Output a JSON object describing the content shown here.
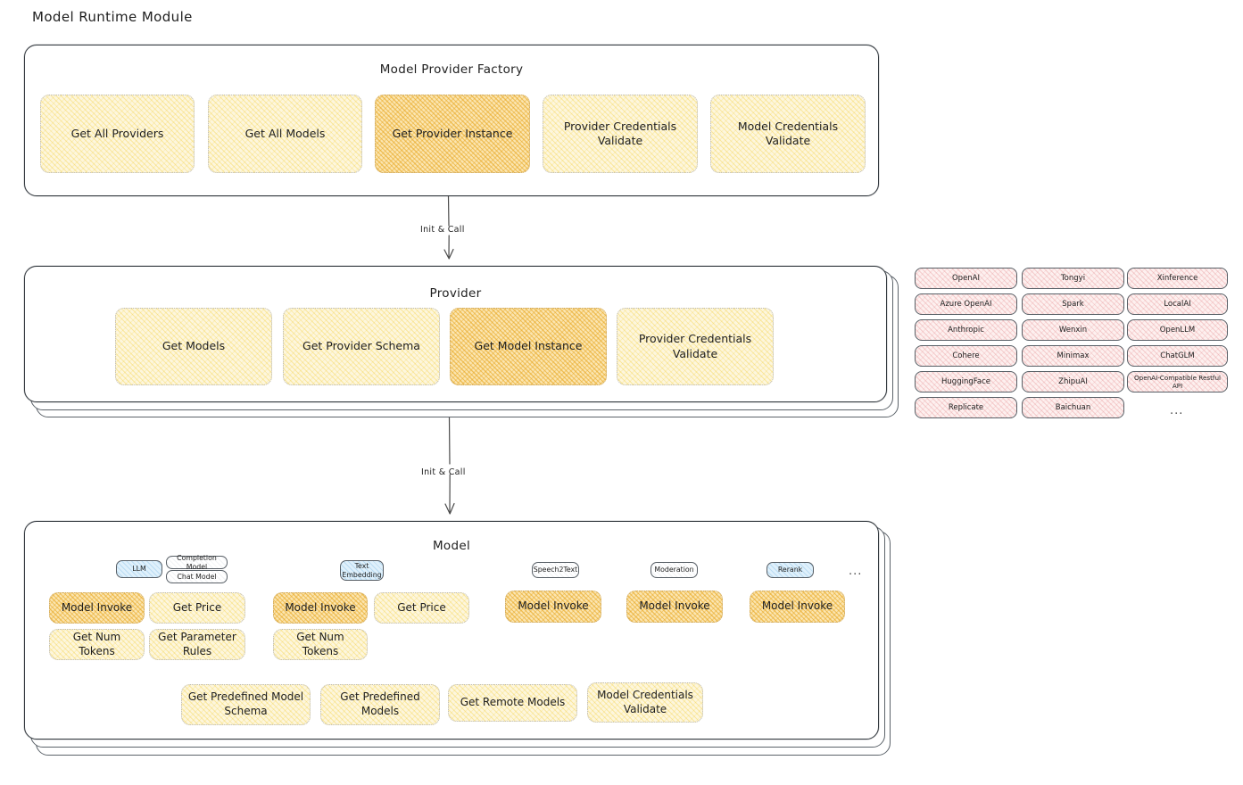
{
  "page": {
    "title": "Model Runtime Module"
  },
  "factory": {
    "title": "Model Provider Factory",
    "items": [
      {
        "label": "Get All Providers",
        "highlight": false
      },
      {
        "label": "Get All Models",
        "highlight": false
      },
      {
        "label": "Get Provider Instance",
        "highlight": true
      },
      {
        "label": "Provider Credentials Validate",
        "highlight": false
      },
      {
        "label": "Model Credentials Validate",
        "highlight": false
      }
    ]
  },
  "arrows": {
    "factory_to_provider": "Init & Call",
    "provider_to_model": "Init & Call"
  },
  "provider": {
    "title": "Provider",
    "items": [
      {
        "label": "Get Models",
        "highlight": false
      },
      {
        "label": "Get Provider Schema",
        "highlight": false
      },
      {
        "label": "Get Model Instance",
        "highlight": true
      },
      {
        "label": "Provider Credentials Validate",
        "highlight": false
      }
    ]
  },
  "provider_list": {
    "columns": [
      [
        "OpenAI",
        "Azure OpenAI",
        "Anthropic",
        "Cohere",
        "HuggingFace",
        "Replicate"
      ],
      [
        "Tongyi",
        "Spark",
        "Wenxin",
        "Minimax",
        "ZhipuAI",
        "Baichuan"
      ],
      [
        "Xinference",
        "LocalAI",
        "OpenLLM",
        "ChatGLM",
        "OpenAI-Compatible Restful API"
      ]
    ],
    "more": "..."
  },
  "model": {
    "title": "Model",
    "more": "...",
    "types": [
      {
        "tag": "LLM",
        "tag_style": "blue",
        "subtags": [
          "Completion Model",
          "Chat Model"
        ],
        "actions": [
          {
            "label": "Model Invoke",
            "highlight": true
          },
          {
            "label": "Get Price",
            "highlight": false
          },
          {
            "label": "Get Num Tokens",
            "highlight": false
          },
          {
            "label": "Get Parameter Rules",
            "highlight": false
          }
        ]
      },
      {
        "tag": "Text Embedding",
        "tag_style": "blue",
        "subtags": [],
        "actions": [
          {
            "label": "Model Invoke",
            "highlight": true
          },
          {
            "label": "Get Price",
            "highlight": false
          },
          {
            "label": "Get Num Tokens",
            "highlight": false
          }
        ]
      },
      {
        "tag": "Speech2Text",
        "tag_style": "white",
        "subtags": [],
        "actions": [
          {
            "label": "Model Invoke",
            "highlight": true
          }
        ]
      },
      {
        "tag": "Moderation",
        "tag_style": "white",
        "subtags": [],
        "actions": [
          {
            "label": "Model Invoke",
            "highlight": true
          }
        ]
      },
      {
        "tag": "Rerank",
        "tag_style": "blue",
        "subtags": [],
        "actions": [
          {
            "label": "Model Invoke",
            "highlight": true
          }
        ]
      }
    ],
    "common_actions": [
      {
        "label": "Get Predefined Model Schema"
      },
      {
        "label": "Get Predefined Models"
      },
      {
        "label": "Get Remote Models"
      },
      {
        "label": "Model Credentials Validate"
      }
    ]
  },
  "colors": {
    "chip_fill": "#fdf6dd",
    "chip_highlight_fill": "#fbe5b0",
    "provider_chip_fill": "#fdf0ef",
    "tag_blue_fill": "#dff0fb",
    "stroke": "#343a40",
    "text": "#1e1e1e"
  }
}
